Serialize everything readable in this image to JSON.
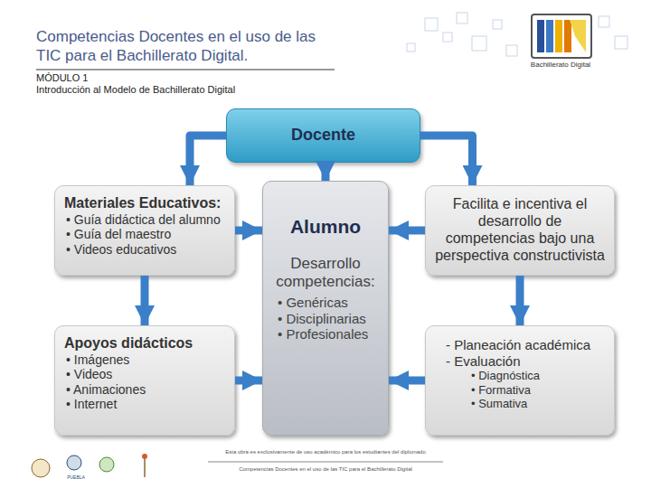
{
  "diagram": {
    "title": "Competencias Docentes en el uso de las TIC para el Bachillerato Digital.",
    "nodes": [
      {
        "text": [
          "Docente"
        ]
      },
      {
        "text": [
          "Materiales Educativos:",
          "• Guía didáctica del alumno",
          "• Guía del maestro",
          "• Videos educativos"
        ]
      },
      {
        "text": [
          "Alumno",
          "Desarrollo competencias:",
          "• Genéricas",
          "• Disciplinarias",
          "• Profesionales"
        ]
      },
      {
        "text": [
          "Facilita e incentiva el desarrollo de competencias bajo una perspectiva constructivista"
        ]
      },
      {
        "text": [
          "Apoyos didácticos",
          "• Imágenes",
          "• Videos",
          "• Animaciones",
          "• Internet"
        ]
      },
      {
        "text": [
          "- Planeación académica",
          "- Evaluación",
          "• Diagnóstica",
          "• Formativa",
          "• Sumativa"
        ]
      }
    ],
    "edges": [
      {
        "from": 0,
        "to": 1,
        "arrow": "to"
      },
      {
        "from": 0,
        "to": 2,
        "arrow": "to"
      },
      {
        "from": 0,
        "to": 3,
        "arrow": "to"
      },
      {
        "from": 1,
        "to": 2,
        "arrow": "to"
      },
      {
        "from": 1,
        "to": 4,
        "arrow": "to"
      },
      {
        "from": 3,
        "to": 2,
        "arrow": "to"
      },
      {
        "from": 3,
        "to": 5,
        "arrow": "to"
      },
      {
        "from": 4,
        "to": 2,
        "arrow": "to"
      },
      {
        "from": 5,
        "to": 2,
        "arrow": "to"
      }
    ],
    "labels": [
      "MÓDULO 1",
      "Introducción al Modelo de Bachillerato Digital",
      "Bachillerato Digital",
      "Esta obra es exclusivamente de uso académico para los estudiantes del diplomado",
      "Competencias Docentes en el uso de las TIC para el Bachillerato Digital",
      "PUEBLA"
    ]
  }
}
